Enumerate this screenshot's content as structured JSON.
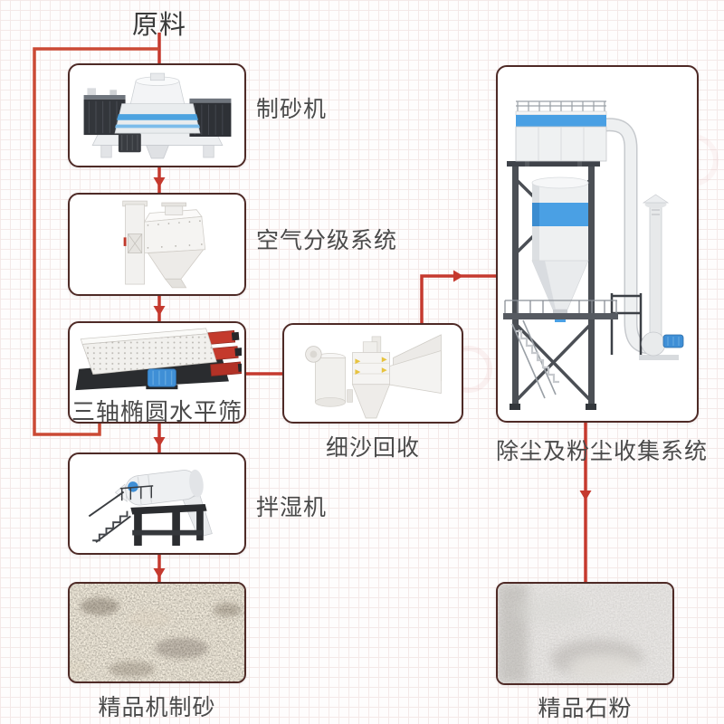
{
  "flowchart": {
    "source": {
      "label": "原料"
    },
    "nodes": {
      "sand_maker": {
        "label": "制砂机"
      },
      "air_classifier": {
        "label": "空气分级系统"
      },
      "triple_shaft_screen": {
        "label": "三轴椭圆水平筛"
      },
      "fine_sand_recovery": {
        "label": "细沙回收"
      },
      "wet_mixer": {
        "label": "拌湿机"
      },
      "dust_collection": {
        "label": "除尘及粉尘收集系统"
      }
    },
    "products": {
      "machine_made_sand": {
        "label": "精品机制砂"
      },
      "stone_powder": {
        "label": "精品石粉"
      }
    }
  },
  "colors": {
    "arrow_red": "#C5392E",
    "box_border": "#4E2A26",
    "label_text": "#4A4A4A",
    "machine_blue": "#4CA2E2",
    "machine_red": "#C23B2E",
    "grid_line": "#F4E9E8"
  }
}
